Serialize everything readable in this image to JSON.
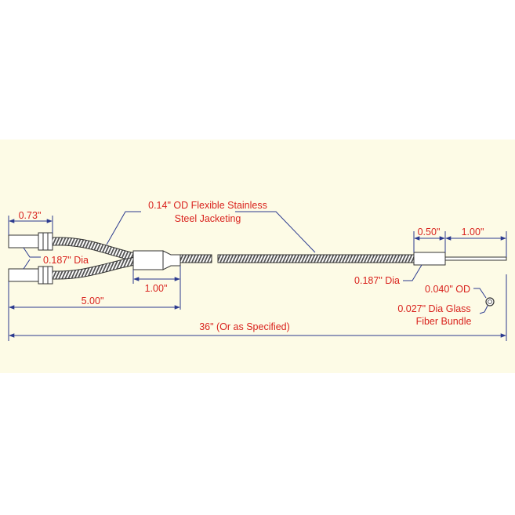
{
  "labels": {
    "jacket_line1": "0.14\" OD Flexible Stainless",
    "jacket_line2": "Steel Jacketing",
    "dim_073": "0.73\"",
    "dim_0187_left": "0.187\" Dia",
    "dim_100_left": "1.00\"",
    "dim_500": "5.00\"",
    "dim_36": "36\" (Or as Specified)",
    "dim_050": "0.50\"",
    "dim_100_right": "1.00\"",
    "dim_0187_right": "0.187\" Dia",
    "dim_od": "0.040\" OD",
    "fiber_line1": "0.027\" Dia Glass",
    "fiber_line2": "Fiber Bundle"
  },
  "colors": {
    "background_band": "#fdfbe6",
    "label_text": "#d9231e",
    "dimension_line": "#2b3a8f",
    "component_outline": "#333333"
  }
}
